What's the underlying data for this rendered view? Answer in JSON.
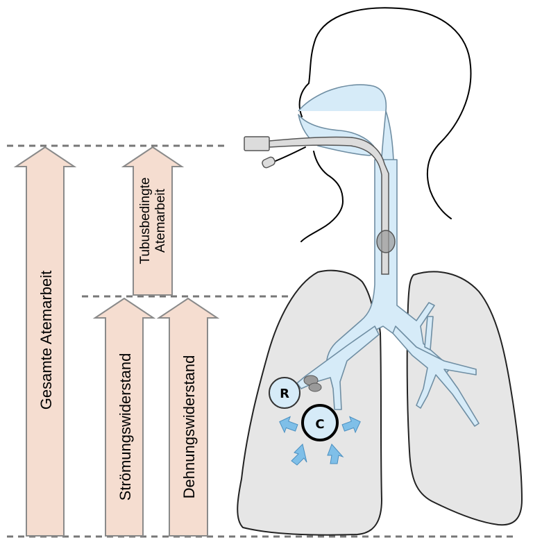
{
  "labels": {
    "total_work": "Gesamte Atemarbeit",
    "tube_work_line1": "Tubusbedingte",
    "tube_work_line2": "Atemarbeit",
    "flow_resistance": "Strömungswiderstand",
    "stretch_resistance": "Dehnungswiderstand",
    "resistance_node": "R",
    "compliance_node": "C"
  },
  "colors": {
    "arrow_fill": "#f5ddd0",
    "airway_fill": "#d6ebf8",
    "lung_fill": "#e6e6e6",
    "pressure_arrow": "#7fbfe8"
  }
}
